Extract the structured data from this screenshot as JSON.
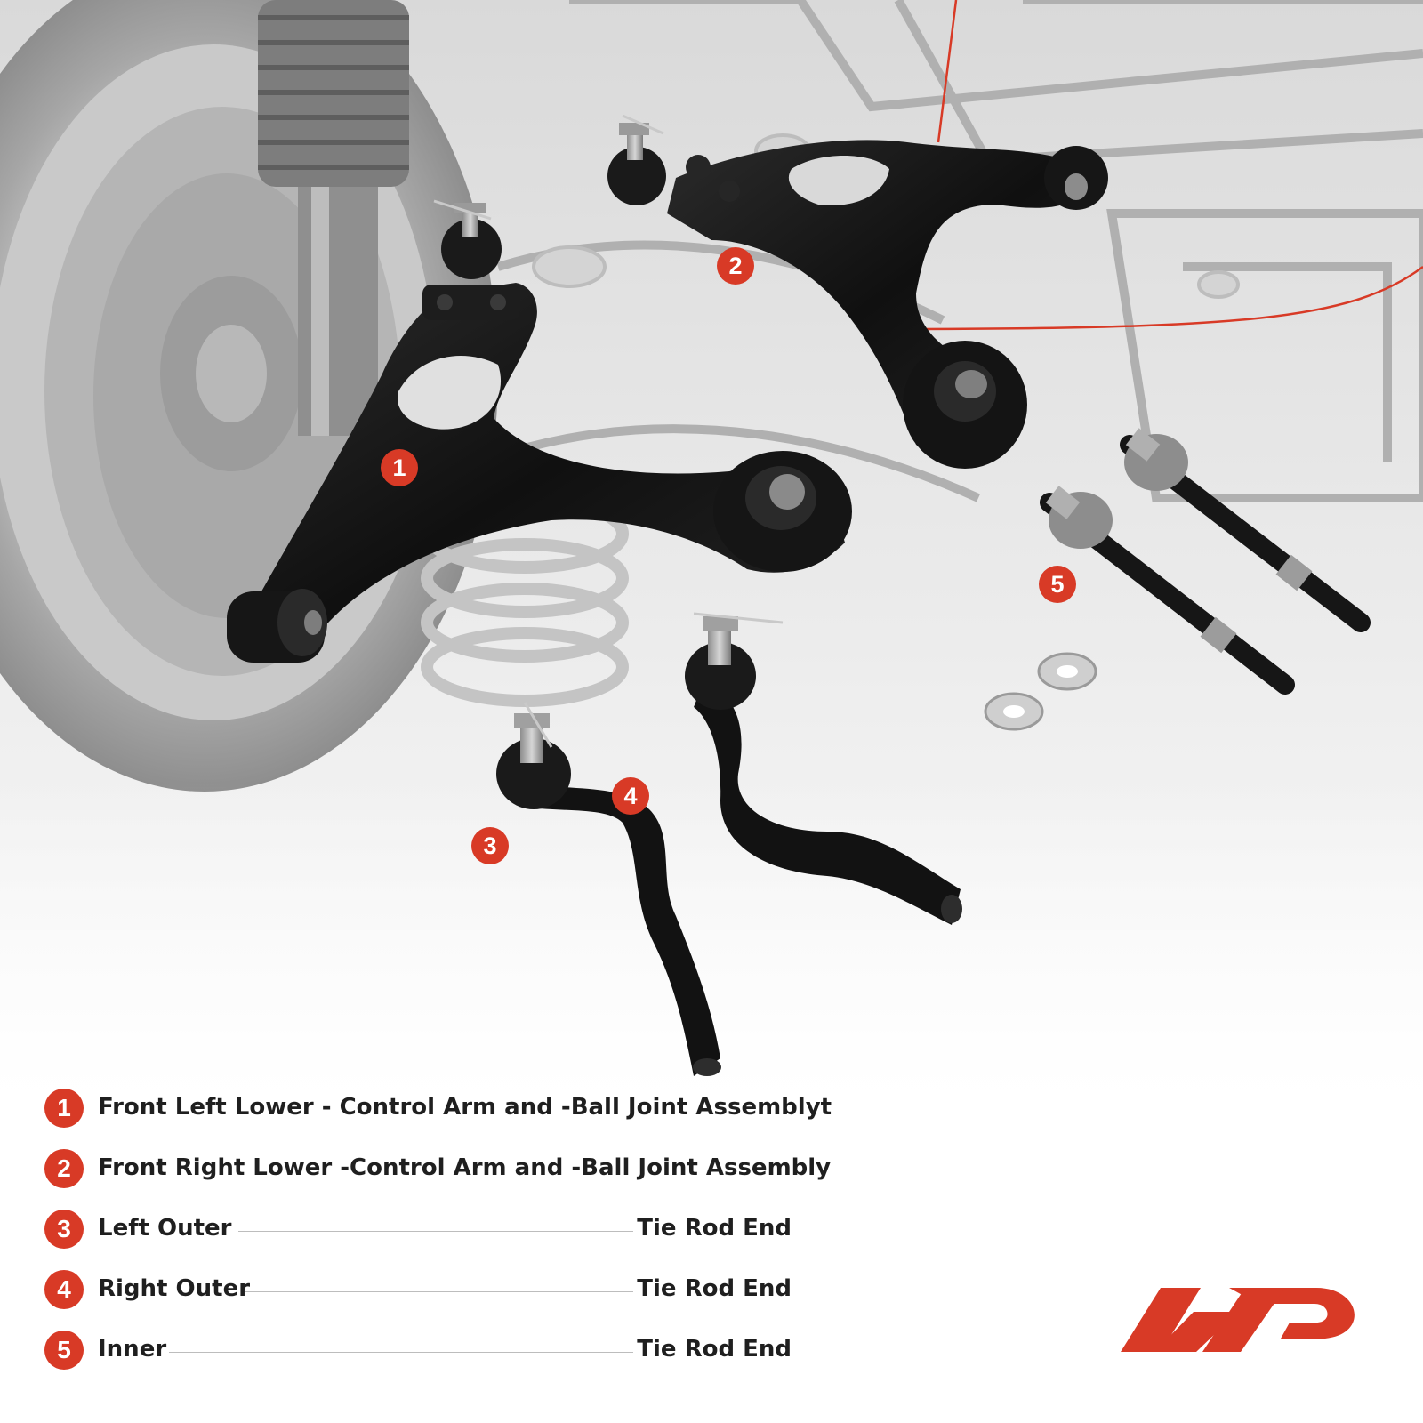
{
  "callouts": {
    "c1": "1",
    "c2": "2",
    "c3": "3",
    "c4": "4",
    "c5": "5"
  },
  "legend": {
    "items": [
      {
        "num": "1",
        "text": "Front Left Lower -  Control Arm and -Ball Joint Assemblyt"
      },
      {
        "num": "2",
        "text": "Front Right Lower -Control Arm and -Ball Joint Assembly"
      },
      {
        "num": "3",
        "text": "Left Outer",
        "right": "Tie Rod End"
      },
      {
        "num": "4",
        "text": "Right Outer",
        "right": "Tie Rod End"
      },
      {
        "num": "5",
        "text": "Inner",
        "right": "Tie Rod End"
      }
    ]
  },
  "colors": {
    "accent": "#d83a26",
    "part_black": "#141414",
    "background_gray": "#e6e6e6",
    "text": "#1f1f1f"
  },
  "icons": {
    "logo": "brand-logo-icon"
  }
}
